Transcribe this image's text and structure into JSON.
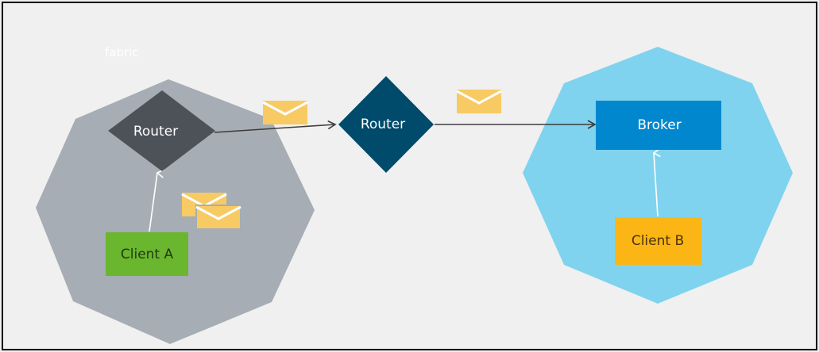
{
  "diagram": {
    "fabric_label": "fabric",
    "nodes": {
      "router_1": "Router",
      "router_2": "Router",
      "broker": "Broker",
      "client_a": "Client A",
      "client_b": "Client B"
    }
  },
  "colors": {
    "background": "#f0f0f0",
    "frame": "#000000",
    "fabric_octagon": "#a6adb4",
    "broker_octagon": "#7fd3ee",
    "router_dark_gray": "#4d5258",
    "router_navy": "#004a6b",
    "broker_box": "#0087ce",
    "client_a_box": "#6ab62f",
    "client_b_box": "#fbb616",
    "envelope": "#f7ca64",
    "arrow": "#3d3d3d"
  }
}
